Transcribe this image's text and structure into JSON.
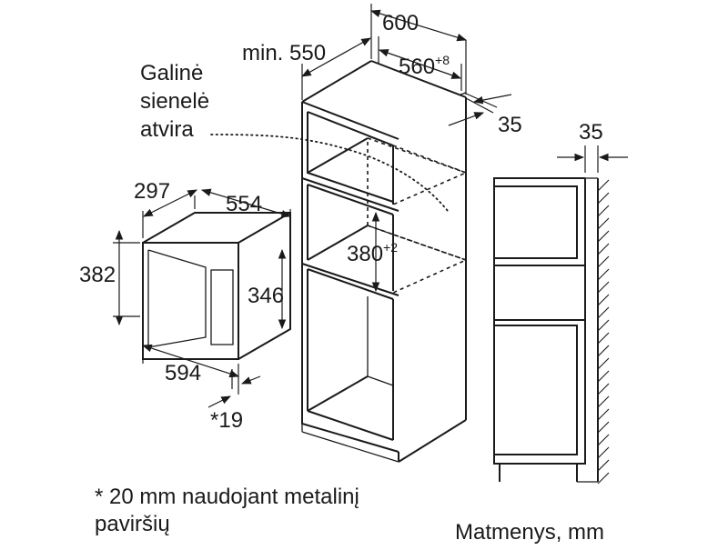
{
  "labels": {
    "back_wall_line1": "Galinė",
    "back_wall_line2": "sienelė",
    "back_wall_line3": "atvira",
    "footnote_line1": "* 20 mm naudojant metalinį",
    "footnote_line2": "paviršių",
    "units": "Matmenys, mm"
  },
  "dimensions": {
    "cabinet_width": "600",
    "min_depth": "min. 550",
    "niche_width": "560",
    "niche_width_tol": "+8",
    "panel_gap": "35",
    "side_gap": "35",
    "niche_height": "380",
    "niche_height_tol": "+2",
    "appliance_depth": "297",
    "appliance_width_top": "554",
    "appliance_height": "382",
    "inner_height": "346",
    "front_width": "594",
    "front_offset": "*19"
  }
}
